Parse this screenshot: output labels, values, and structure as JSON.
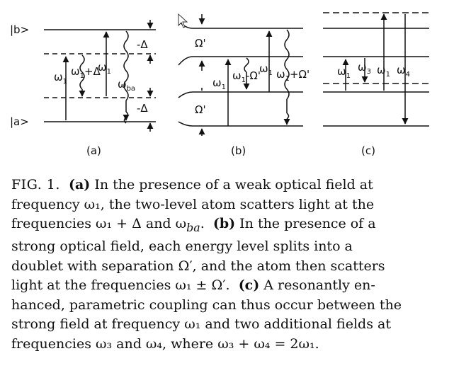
{
  "figure": {
    "level_b": "|b>",
    "level_a": "|a>",
    "minus_delta_top": "-Δ",
    "minus_delta_bottom": "-Δ",
    "panel_a": {
      "omega1": "ω",
      "omega1_sub": "1",
      "omega1_plus": "ω",
      "omega1_plus_sub": "1",
      "omega1_plus_tail": "+Δ",
      "omega_ba": "ω",
      "omega_ba_sub": "ba",
      "label": "(a)"
    },
    "panel_b": {
      "omega_prime_top": "Ω'",
      "omega_prime_bottom": "Ω'",
      "omega1_a": "ω",
      "omega1_a_sub": "1",
      "omega1_b": "ω",
      "omega1_b_sub": "1",
      "omega1_b_tail": "-Ω'",
      "omega1_c": "ω",
      "omega1_c_sub": "1",
      "omega1_d": "ω",
      "omega1_d_sub": "1",
      "omega1_d_tail": "+Ω'",
      "label": "(b)"
    },
    "panel_c": {
      "omega1_a": "ω",
      "omega1_a_sub": "1",
      "omega3": "ω",
      "omega3_sub": "3",
      "omega1_b": "ω",
      "omega1_b_sub": "1",
      "omega4": "ω",
      "omega4_sub": "4",
      "label": "(c)"
    }
  },
  "caption": {
    "l1_fig": "FIG. 1.",
    "l1_a": "(a)",
    "l1_rest": "In the presence of a weak optical field at",
    "l2": "frequency ω₁, the two-level atom scatters light at the",
    "l3_pre": "frequencies ω₁ + Δ and ω",
    "l3_sub": "ba",
    "l3_mid": ".",
    "l3_b": "(b)",
    "l3_rest": "In the presence of a",
    "l4": "strong optical field, each energy level splits into a",
    "l5": "doublet with separation Ω′, and the atom then scatters",
    "l6_pre": "light at the frequencies ω₁ ± Ω′.",
    "l6_c": "(c)",
    "l6_rest": "A resonantly en-",
    "l7": "hanced, parametric coupling can thus occur between the",
    "l8": "strong field at frequency ω₁ and two additional fields at",
    "l9": "frequencies ω₃ and ω₄, where ω₃ + ω₄ = 2ω₁."
  }
}
